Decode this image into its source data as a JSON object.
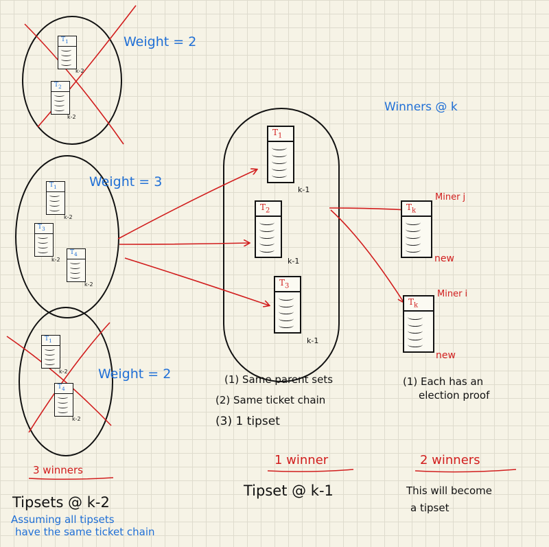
{
  "left_column": {
    "group_top": {
      "weight": "Weight = 2",
      "blocks": [
        {
          "label": "T",
          "sub": "1",
          "height": "k-2"
        },
        {
          "label": "T",
          "sub": "2",
          "height": "k-2"
        }
      ]
    },
    "group_mid": {
      "weight": "Weight = 3",
      "blocks": [
        {
          "label": "T",
          "sub": "1",
          "height": "k-2"
        },
        {
          "label": "T",
          "sub": "3",
          "height": "k-2"
        },
        {
          "label": "T",
          "sub": "4",
          "height": "k-2"
        }
      ]
    },
    "group_bottom": {
      "weight": "Weight = 2",
      "blocks": [
        {
          "label": "T",
          "sub": "1",
          "height": "k-2"
        },
        {
          "label": "T",
          "sub": "4",
          "height": "k-2"
        }
      ]
    },
    "winners": "3 winners",
    "caption": "Tipsets @ k-2",
    "note_line1": "Assuming all tipsets",
    "note_line2": "have the same ticket chain"
  },
  "middle_column": {
    "blocks": [
      {
        "label": "T",
        "sub": "1",
        "height": "k-1"
      },
      {
        "label": "T",
        "sub": "2",
        "height": "k-1"
      },
      {
        "label": "T",
        "sub": "3",
        "height": "k-1"
      }
    ],
    "notes": [
      "(1) Same parent sets",
      "(2) Same ticket chain",
      "(3) 1 tipset"
    ],
    "winners": "1 winner",
    "caption": "Tipset @ k-1"
  },
  "right_column": {
    "title": "Winners @ k",
    "blocks": [
      {
        "label": "T",
        "sub": "k",
        "miner": "Miner j",
        "status": "new"
      },
      {
        "label": "T",
        "sub": "k",
        "miner": "Miner i",
        "status": "new"
      }
    ],
    "notes_line1": "(1) Each has an",
    "notes_line2": "election proof",
    "winners": "2 winners",
    "caption_line1": "This will become",
    "caption_line2": "a tipset"
  },
  "colors": {
    "ink": "#111111",
    "blue": "#1f6fd6",
    "red": "#d11d1d",
    "paper": "#f6f3e6"
  }
}
